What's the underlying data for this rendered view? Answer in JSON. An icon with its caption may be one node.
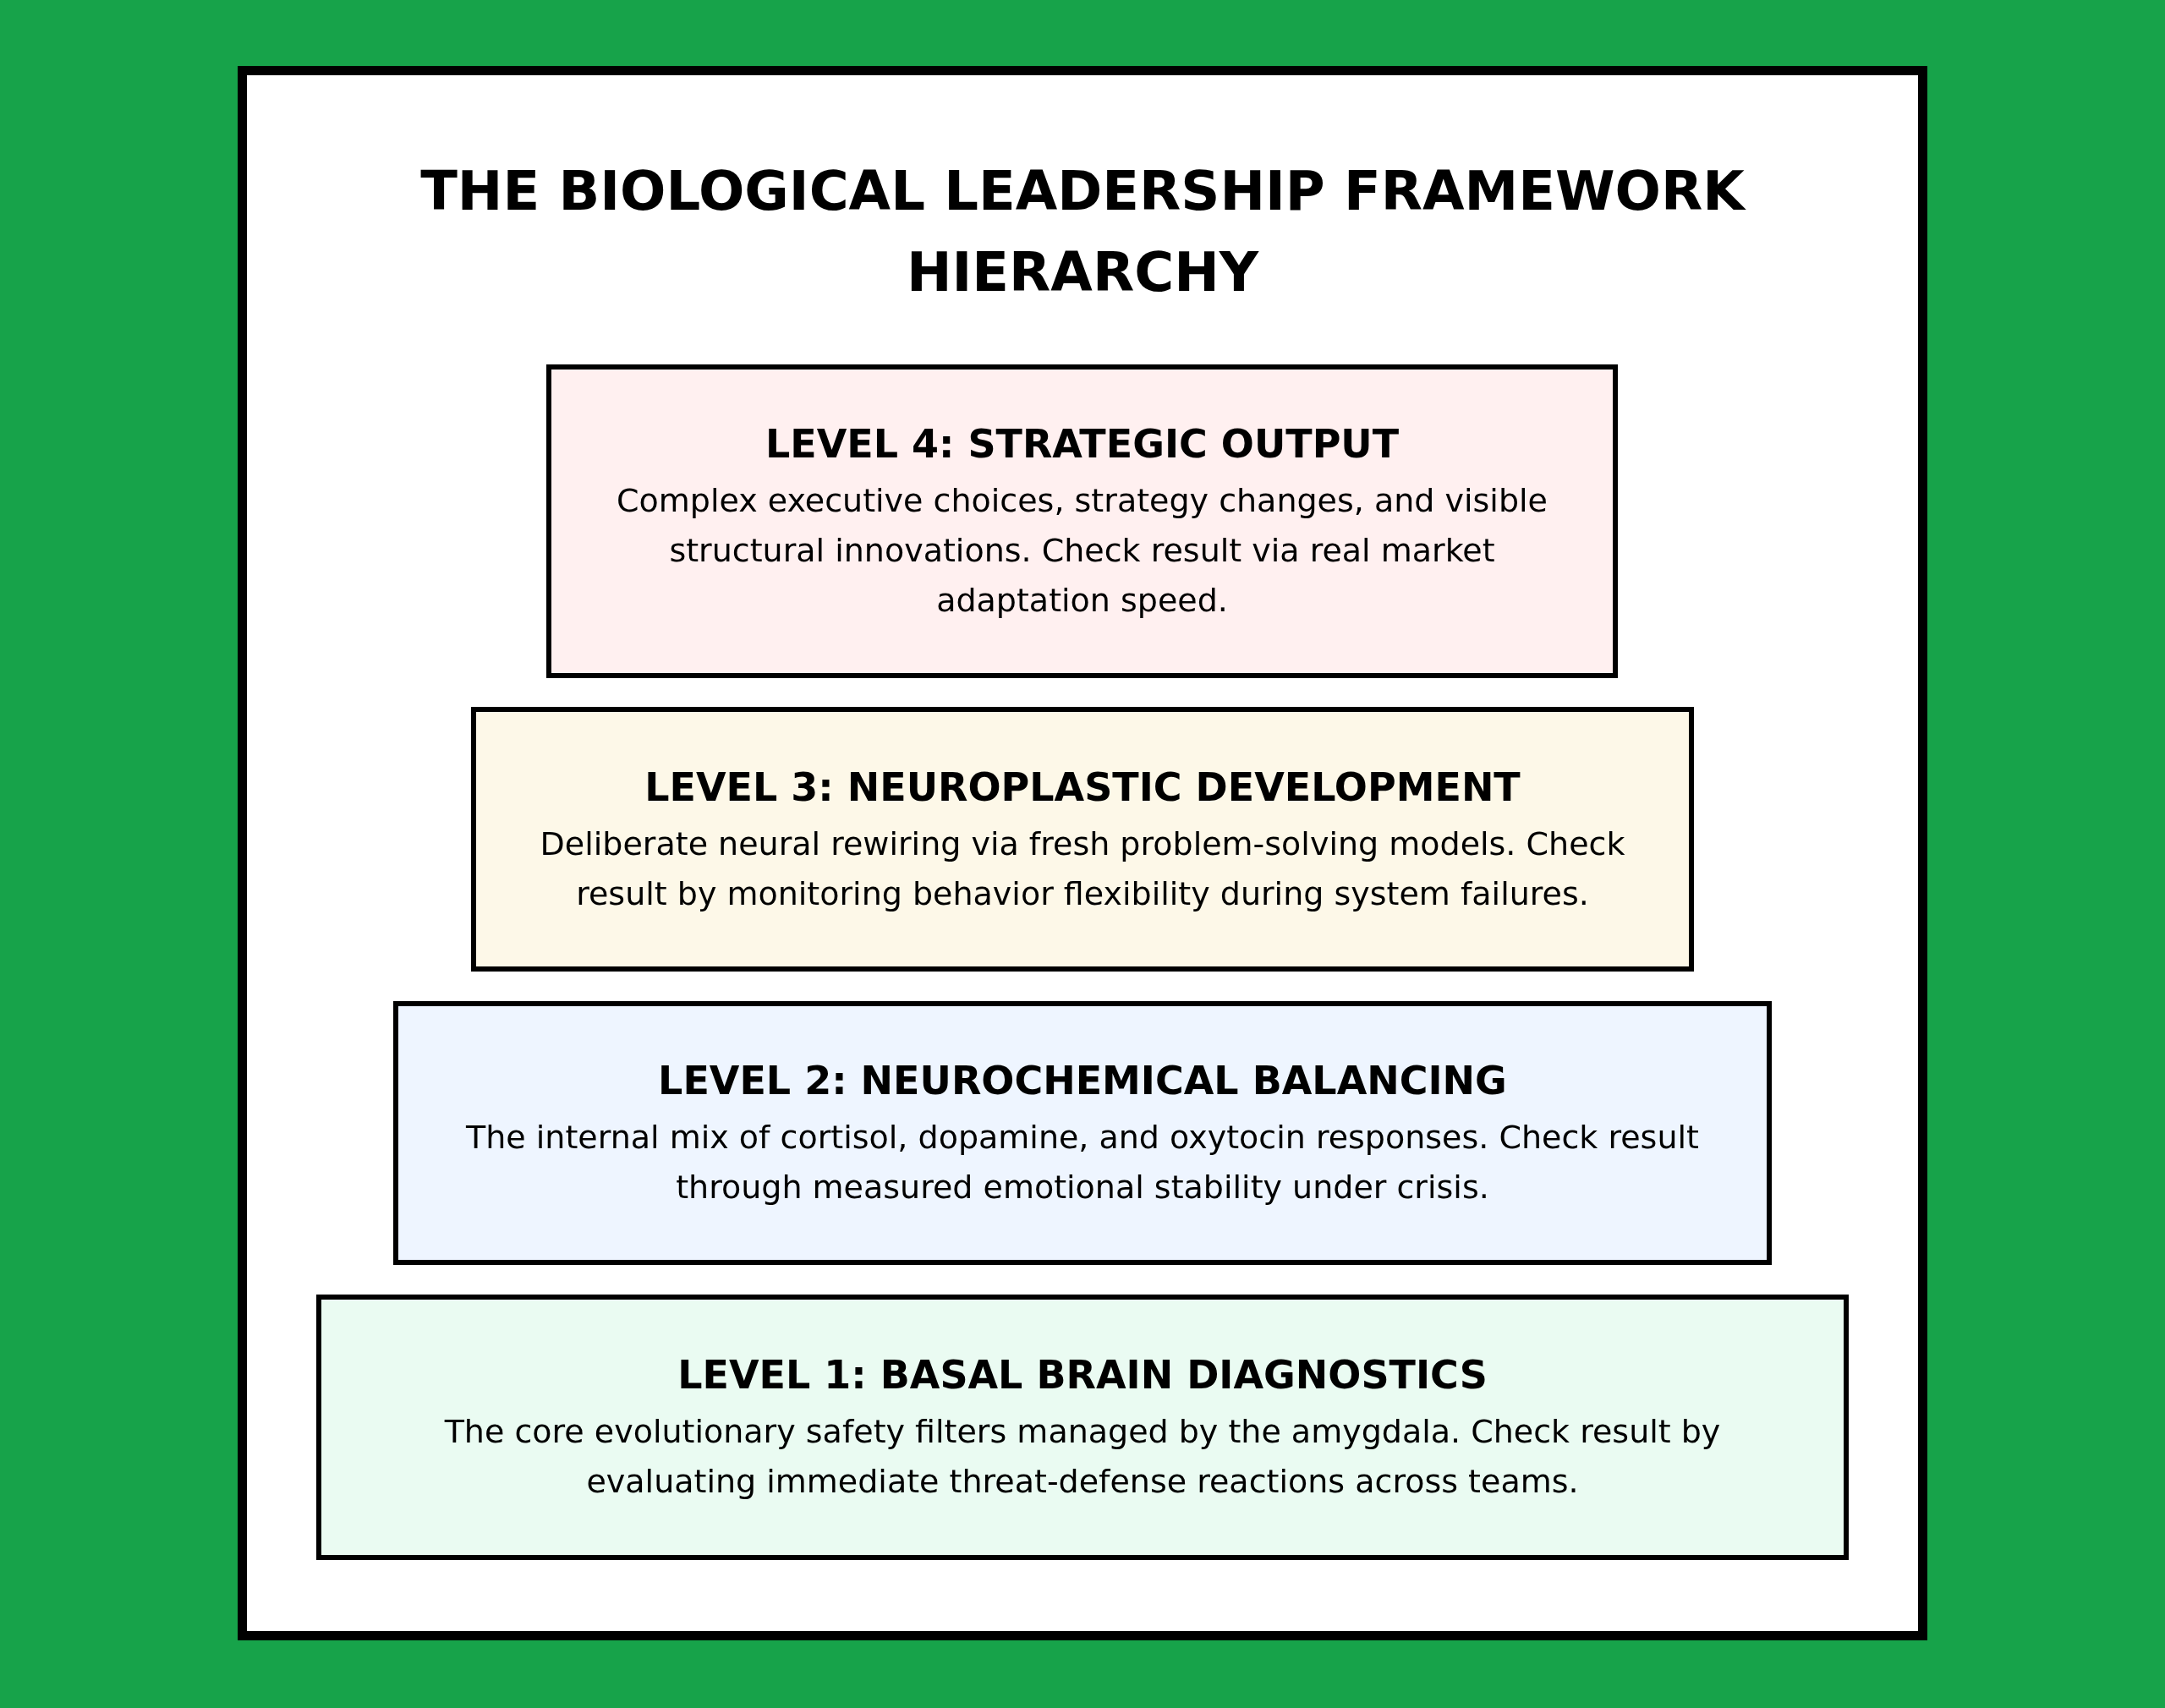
{
  "diagram": {
    "title": "THE BIOLOGICAL LEADERSHIP FRAMEWORK HIERARCHY",
    "nodes": [
      {
        "text": [
          "LEVEL 4: STRATEGIC OUTPUT",
          "Complex executive choices, strategy changes, and visible structural innovations. Check result via real market adaptation speed."
        ]
      },
      {
        "text": [
          "LEVEL 3: NEUROPLASTIC DEVELOPMENT",
          "Deliberate neural rewiring via fresh problem-solving models. Check result by monitoring behavior flexibility during system failures."
        ]
      },
      {
        "text": [
          "LEVEL 2: NEUROCHEMICAL BALANCING",
          "The internal mix of cortisol, dopamine, and oxytocin responses. Check result through measured emotional stability under crisis."
        ]
      },
      {
        "text": [
          "LEVEL 1: BASAL BRAIN DIAGNOSTICS",
          "The core evolutionary safety filters managed by the amygdala. Check result by evaluating immediate threat-defense reactions across teams."
        ]
      }
    ]
  }
}
